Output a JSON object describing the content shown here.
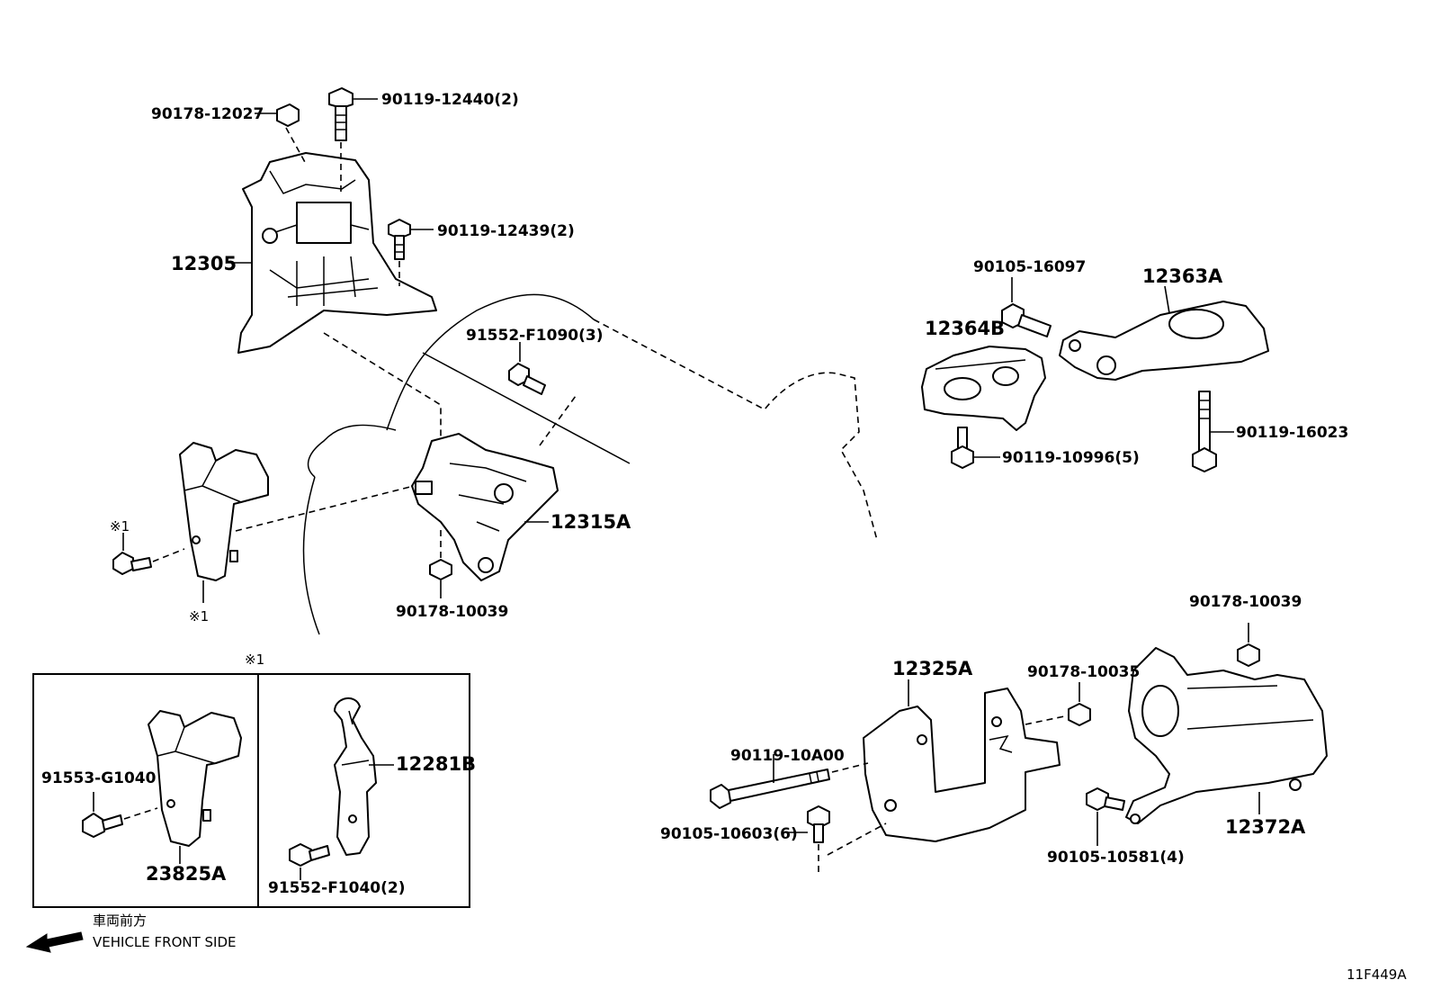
{
  "labels": {
    "p90178_12027": "90178-12027",
    "p90119_12440": "90119-12440(2)",
    "p90119_12439": "90119-12439(2)",
    "p12305": "12305",
    "p91552_F1090": "91552-F1090(3)",
    "p12315A": "12315A",
    "p90178_10039_a": "90178-10039",
    "ref1_top": "※1",
    "ref1_bottom": "※1",
    "ref1_box": "※1",
    "p90105_16097": "90105-16097",
    "p12363A": "12363A",
    "p12364B": "12364B",
    "p90119_10996": "90119-10996(5)",
    "p90119_16023": "90119-16023",
    "p90178_10039_b": "90178-10039",
    "p12325A": "12325A",
    "p90178_10035": "90178-10035",
    "p90119_10A00": "90119-10A00",
    "p90105_10603": "90105-10603(6)",
    "p90105_10581": "90105-10581(4)",
    "p12372A": "12372A",
    "p91553_G1040": "91553-G1040",
    "p23825A": "23825A",
    "p12281B": "12281B",
    "p91552_F1040": "91552-F1040(2)"
  },
  "legend": {
    "front_jp": "車両前方",
    "front_en": "VEHICLE FRONT SIDE"
  },
  "drawing_id": "11F449A"
}
